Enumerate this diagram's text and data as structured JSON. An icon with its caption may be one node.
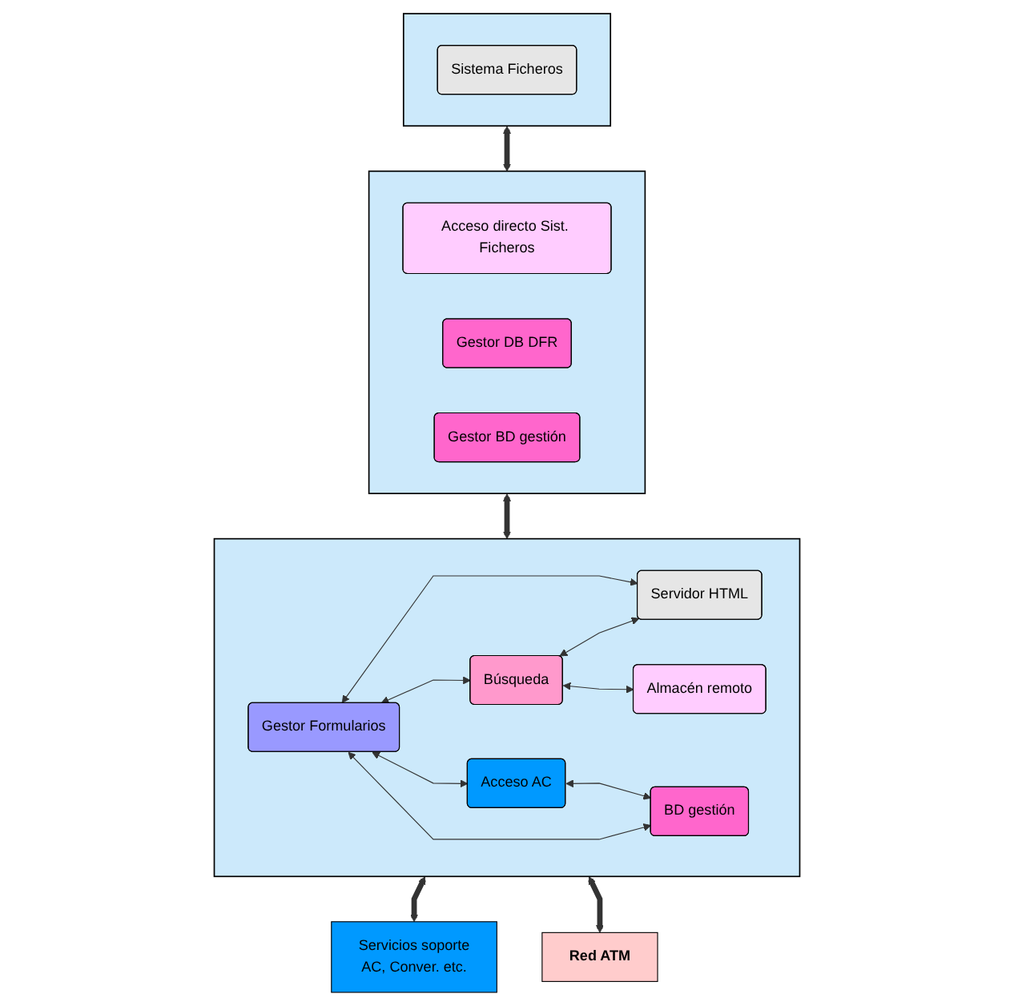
{
  "diagram": {
    "nodes": [
      {
        "text": [],
        "shape": "box"
      },
      {
        "text": [
          "Sistema Ficheros"
        ],
        "in": 0
      },
      {
        "text": [],
        "shape": "box"
      },
      {
        "text": [
          "Acceso directo Sist. Ficheros"
        ],
        "in": 2
      },
      {
        "text": [
          "Gestor DB DFR"
        ],
        "in": 2
      },
      {
        "text": [
          "Gestor BD gestión"
        ],
        "in": 2
      },
      {
        "text": [],
        "shape": "box"
      },
      {
        "text": [
          "Servidor HTML"
        ],
        "in": 6
      },
      {
        "text": [
          "Almacén remoto"
        ],
        "in": 6
      },
      {
        "text": [
          "BD gestión"
        ],
        "in": 6
      },
      {
        "text": [
          "Búsqueda"
        ],
        "in": 6
      },
      {
        "text": [
          "Acceso AC"
        ],
        "in": 6
      },
      {
        "text": [
          "Gestor Formularios"
        ],
        "in": 6
      },
      {
        "text": [
          "Servicios soporte",
          "AC, Conver. etc."
        ]
      },
      {
        "text": [
          "Red ATM"
        ]
      }
    ],
    "edges": [
      {
        "from": 0,
        "to": 2,
        "arrow": "both",
        "style": "thick"
      },
      {
        "from": 2,
        "to": 6,
        "arrow": "both",
        "style": "thick"
      },
      {
        "from": 10,
        "to": 7,
        "arrow": "both"
      },
      {
        "from": 10,
        "to": 8,
        "arrow": "both"
      },
      {
        "from": 12,
        "to": 7,
        "arrow": "both"
      },
      {
        "from": 12,
        "to": 9,
        "arrow": "both"
      },
      {
        "from": 11,
        "to": 9,
        "arrow": "both"
      },
      {
        "from": 12,
        "to": 10,
        "arrow": "both"
      },
      {
        "from": 12,
        "to": 11,
        "arrow": "both"
      },
      {
        "from": 6,
        "to": 13,
        "arrow": "both",
        "style": "thick"
      },
      {
        "from": 6,
        "to": 14,
        "arrow": "both",
        "style": "thick"
      }
    ]
  }
}
